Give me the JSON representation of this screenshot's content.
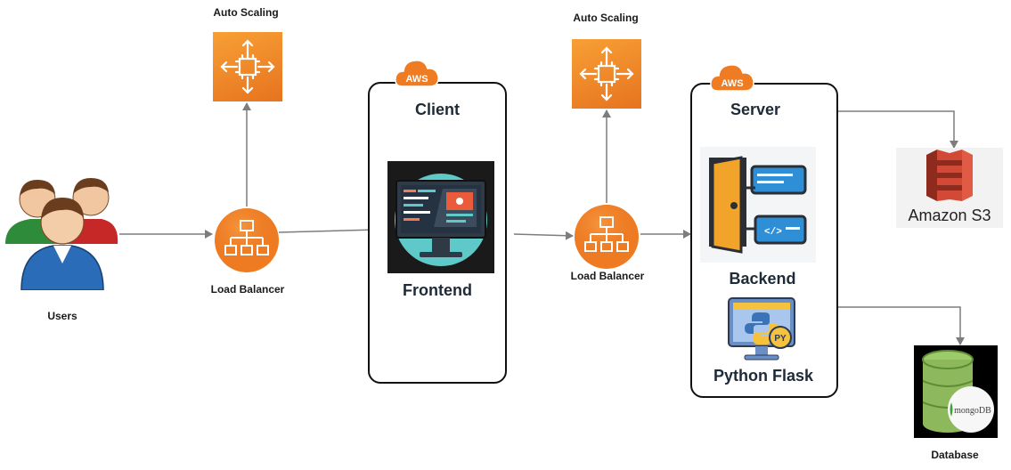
{
  "users": {
    "label": "Users"
  },
  "load_balancer_1": {
    "label": "Load Balancer"
  },
  "auto_scaling_1": {
    "label": "Auto Scaling"
  },
  "client": {
    "aws_badge": "AWS",
    "title": "Client",
    "frontend_label": "Frontend"
  },
  "load_balancer_2": {
    "label": "Load Balancer"
  },
  "auto_scaling_2": {
    "label": "Auto Scaling"
  },
  "server": {
    "aws_badge": "AWS",
    "title": "Server",
    "backend_label": "Backend",
    "flask_label": "Python Flask",
    "flask_badge": "PY"
  },
  "s3": {
    "label": "Amazon S3"
  },
  "database": {
    "label": "Database",
    "mongo_text": "mongoDB"
  },
  "colors": {
    "aws_orange": "#ef7b22",
    "arrow_gray": "#7d7d7d",
    "s3_red": "#d24a36",
    "db_green": "#8db85b",
    "user_blue": "#2a6cb8",
    "user_red": "#c62828",
    "user_green": "#2e8b3a"
  },
  "icons": {
    "users": "users-group-icon",
    "load_balancer": "load-balancer-icon",
    "auto_scaling": "auto-scaling-icon",
    "aws_cloud": "aws-cloud-icon",
    "frontend": "monitor-code-icon",
    "backend": "door-code-icon",
    "flask": "python-monitor-icon",
    "s3": "s3-bucket-icon",
    "database": "mongodb-database-icon"
  }
}
